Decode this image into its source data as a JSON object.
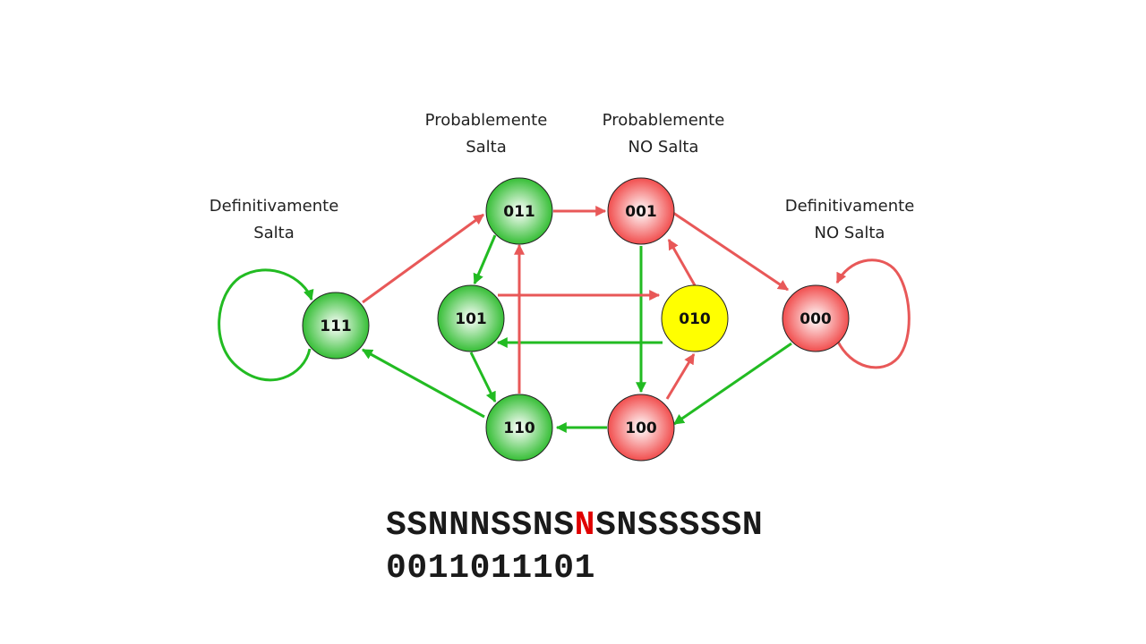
{
  "labels": {
    "definitivamente_salta": [
      "Definitivamente",
      "Salta"
    ],
    "probablemente_salta": [
      "Probablemente",
      "Salta"
    ],
    "probablemente_no_salta": [
      "Probablemente",
      "NO Salta"
    ],
    "definitivamente_no_salta": [
      "Definitivamente",
      "NO Salta"
    ]
  },
  "states": [
    {
      "id": "111",
      "label": "111",
      "color": "green"
    },
    {
      "id": "011",
      "label": "011",
      "color": "green"
    },
    {
      "id": "101",
      "label": "101",
      "color": "green"
    },
    {
      "id": "110",
      "label": "110",
      "color": "green"
    },
    {
      "id": "001",
      "label": "001",
      "color": "red"
    },
    {
      "id": "010",
      "label": "010",
      "color": "yellow"
    },
    {
      "id": "000",
      "label": "000",
      "color": "red"
    },
    {
      "id": "100",
      "label": "100",
      "color": "red"
    }
  ],
  "transitions": [
    {
      "from": "111",
      "to": "111",
      "outcome": "S"
    },
    {
      "from": "111",
      "to": "011",
      "outcome": "N"
    },
    {
      "from": "011",
      "to": "001",
      "outcome": "N"
    },
    {
      "from": "011",
      "to": "101",
      "outcome": "S"
    },
    {
      "from": "001",
      "to": "000",
      "outcome": "N"
    },
    {
      "from": "001",
      "to": "100",
      "outcome": "S"
    },
    {
      "from": "101",
      "to": "010",
      "outcome": "N"
    },
    {
      "from": "101",
      "to": "110",
      "outcome": "S"
    },
    {
      "from": "010",
      "to": "001",
      "outcome": "N"
    },
    {
      "from": "010",
      "to": "101",
      "outcome": "S"
    },
    {
      "from": "110",
      "to": "011",
      "outcome": "N"
    },
    {
      "from": "110",
      "to": "111",
      "outcome": "S"
    },
    {
      "from": "100",
      "to": "010",
      "outcome": "N"
    },
    {
      "from": "100",
      "to": "110",
      "outcome": "S"
    },
    {
      "from": "000",
      "to": "000",
      "outcome": "N"
    },
    {
      "from": "000",
      "to": "100",
      "outcome": "S"
    }
  ],
  "colors": {
    "taken_arrow": "#22bb22",
    "not_taken_arrow": "#e85858",
    "highlight_text": "#e00000",
    "green_node_edge": "#22aa22",
    "red_node_edge": "#f04444",
    "yellow_node_edge": "#eeee00"
  },
  "sequence": {
    "before": "SSNNNSSNS",
    "highlight": "N",
    "after": "SNSSSSSN"
  },
  "bits": "0011011101"
}
